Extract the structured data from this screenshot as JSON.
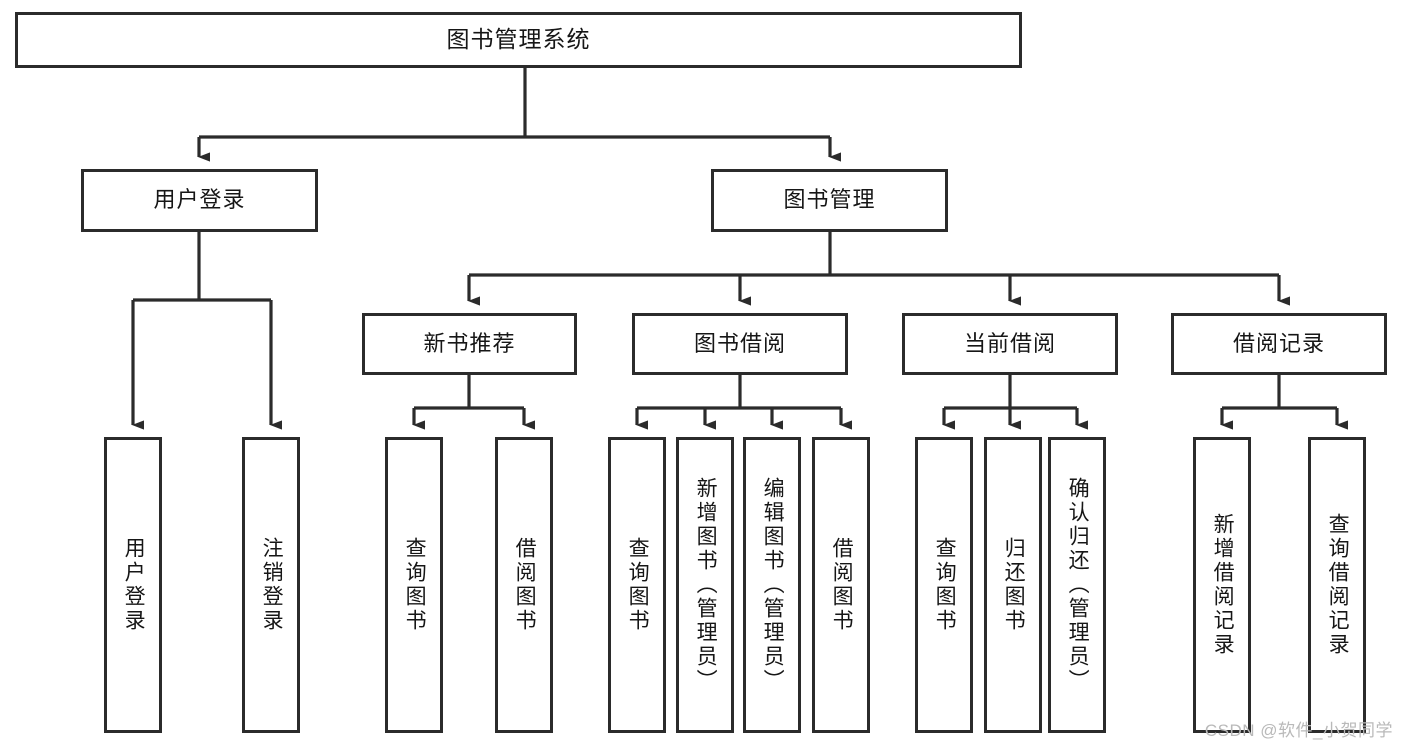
{
  "diagram": {
    "title": "图书管理系统",
    "type": "tree-hierarchy",
    "colors": {
      "box_border": "#2b2b2b",
      "box_fill": "#ffffff",
      "connector": "#2b2b2b",
      "text": "#161616",
      "watermark": "#b9b9b9"
    },
    "root": {
      "label": "图书管理系统"
    },
    "level2": [
      {
        "label": "用户登录"
      },
      {
        "label": "图书管理"
      }
    ],
    "level3": [
      {
        "label": "新书推荐"
      },
      {
        "label": "图书借阅"
      },
      {
        "label": "当前借阅"
      },
      {
        "label": "借阅记录"
      }
    ],
    "leaves": {
      "user_login": [
        {
          "label": "用户登录"
        },
        {
          "label": "注销登录"
        }
      ],
      "new_book_rec": [
        {
          "label": "查询图书"
        },
        {
          "label": "借阅图书"
        }
      ],
      "book_borrow": [
        {
          "label": "查询图书"
        },
        {
          "label": "新增图书（管理员）"
        },
        {
          "label": "编辑图书（管理员）"
        },
        {
          "label": "借阅图书"
        }
      ],
      "current_borrow": [
        {
          "label": "查询图书"
        },
        {
          "label": "归还图书"
        },
        {
          "label": "确认归还（管理员）"
        }
      ],
      "borrow_record": [
        {
          "label": "新增借阅记录"
        },
        {
          "label": "查询借阅记录"
        }
      ]
    }
  },
  "watermark": {
    "text": "CSDN @软件_小贺同学"
  }
}
